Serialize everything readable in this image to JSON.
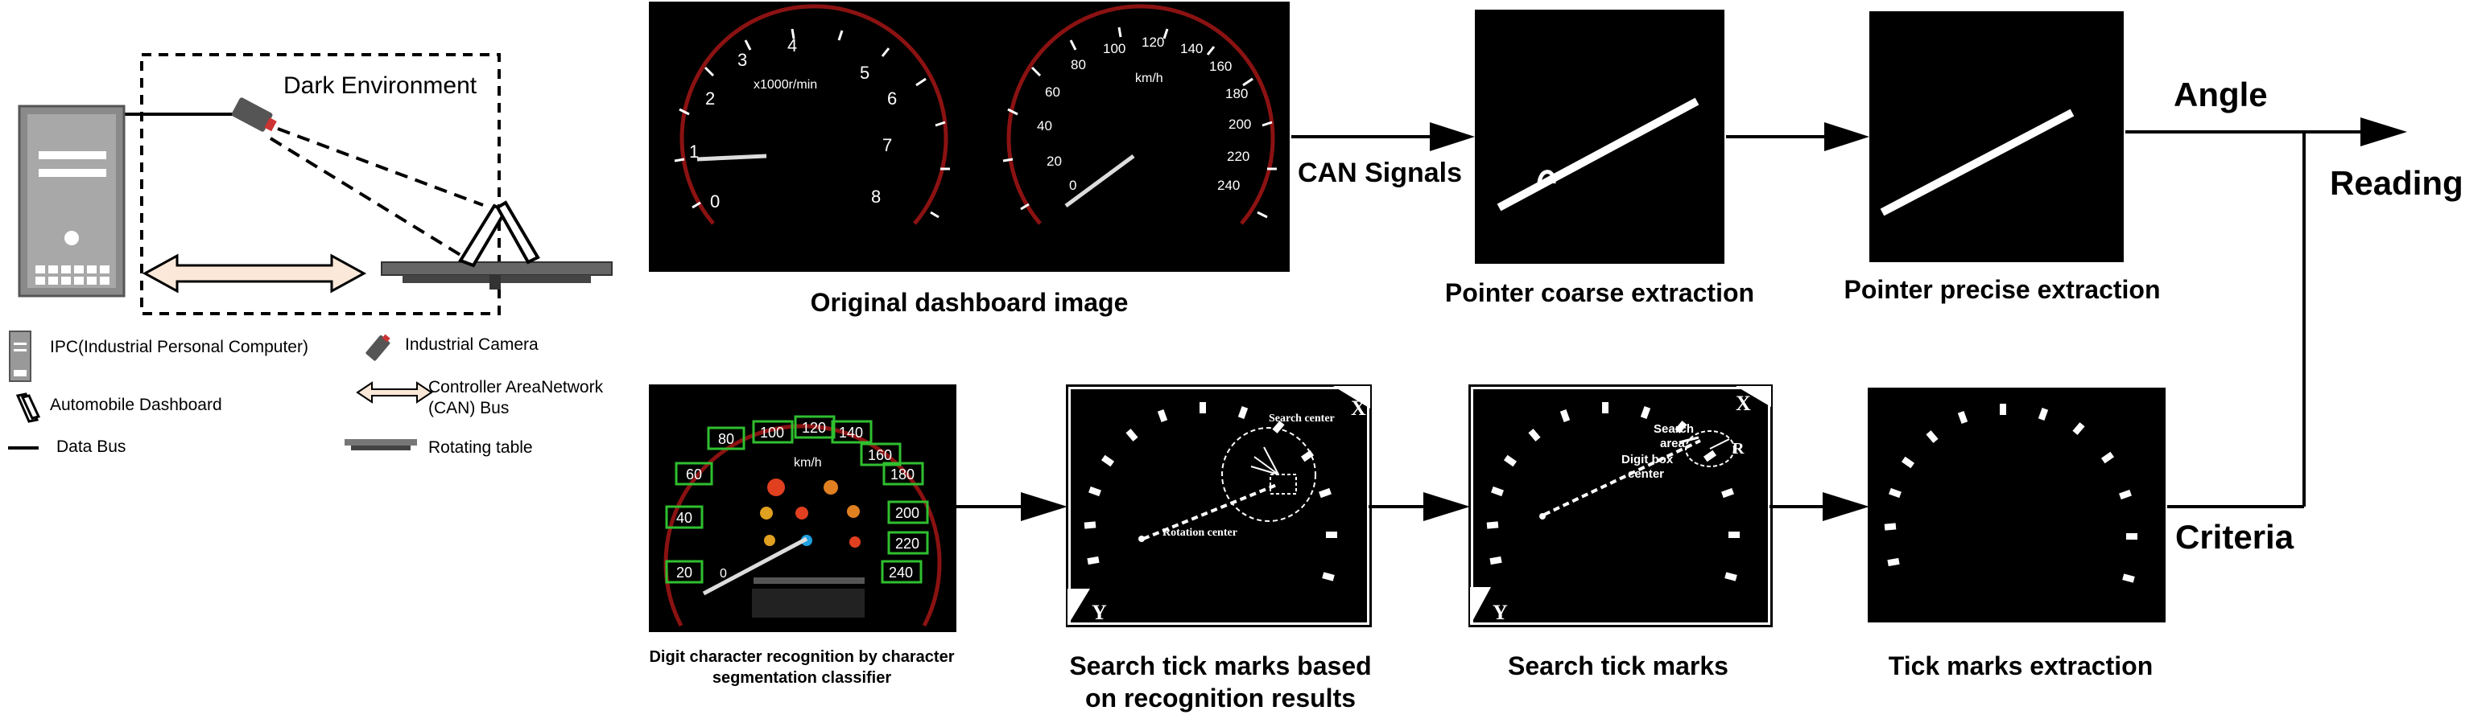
{
  "setup": {
    "dark_environment": "Dark Environment"
  },
  "legend": {
    "ipc": "IPC(Industrial Personal Computer)",
    "camera": "Industrial Camera",
    "dashboard": "Automobile Dashboard",
    "can_line1": "Controller AreaNetwork",
    "can_line2": "(CAN) Bus",
    "data_bus": "Data Bus",
    "rotating_table": "Rotating table"
  },
  "gauges": {
    "rpm_unit": "x1000r/min",
    "rpm_ticks": [
      "0",
      "1",
      "2",
      "3",
      "4",
      "5",
      "6",
      "7",
      "8"
    ],
    "speed_unit": "km/h",
    "speed_ticks": [
      "0",
      "20",
      "40",
      "60",
      "80",
      "100",
      "120",
      "140",
      "160",
      "180",
      "200",
      "220",
      "240"
    ]
  },
  "digit_panel": {
    "boxed_numbers": [
      "20",
      "40",
      "60",
      "80",
      "100",
      "120",
      "140",
      "160",
      "180",
      "200",
      "220",
      "240"
    ],
    "unit": "km/h",
    "zero": "0"
  },
  "search_panel1": {
    "x_label": "X",
    "y_label": "Y",
    "search_center": "Search center",
    "rotation_center": "Rotation center"
  },
  "search_panel2": {
    "x_label": "X",
    "y_label": "Y",
    "r_label": "R",
    "search_area_line1": "Search",
    "search_area_line2": "area",
    "digit_box_line1": "Digit box",
    "digit_box_line2": "center"
  },
  "labels": {
    "can_signals": "CAN Signals",
    "angle": "Angle",
    "reading": "Reading",
    "criteria": "Criteria"
  },
  "captions": {
    "original": "Original dashboard image",
    "coarse": "Pointer coarse extraction",
    "precise": "Pointer precise extraction",
    "digit_line1": "Digit character recognition by character",
    "digit_line2": "segmentation classifier",
    "search_rec_line1": "Search tick marks based",
    "search_rec_line2": "on recognition results",
    "search": "Search tick marks",
    "tick_extraction": "Tick marks extraction"
  }
}
